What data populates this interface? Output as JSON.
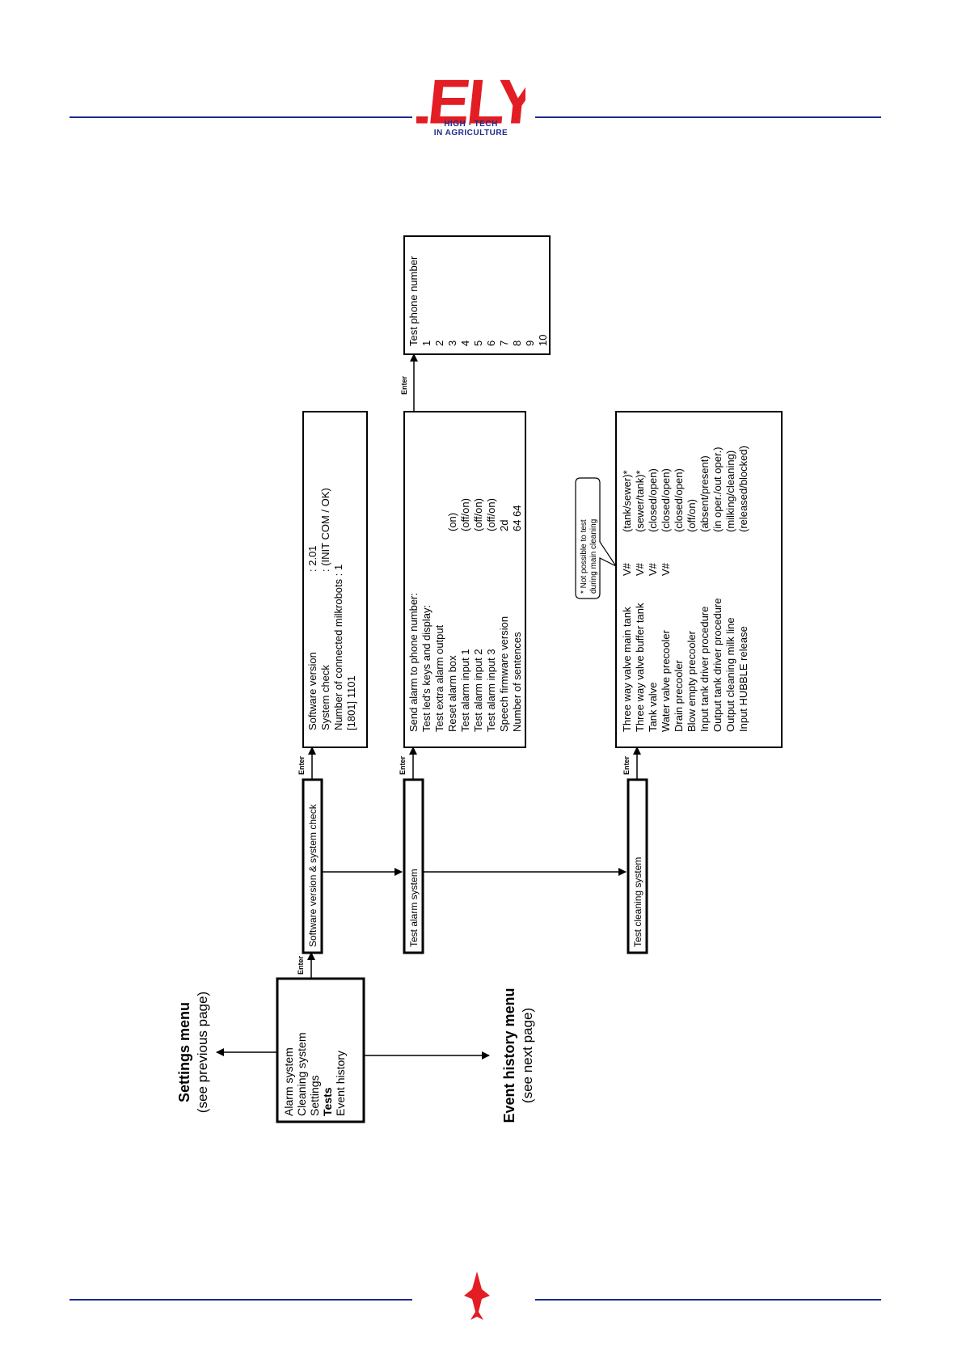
{
  "header": {
    "brand": "LELY",
    "tagline_line1": "HIGH - TECH",
    "tagline_line2": "IN AGRICULTURE"
  },
  "colors": {
    "rule": "#1c2a8c",
    "logo": "#e31d24",
    "footer_mark": "#e31d24"
  },
  "icons": {
    "logo": "lely-logo",
    "footer": "lely-fleur-icon"
  },
  "nav": {
    "settings_title": "Settings menu",
    "settings_sub": "(see previous page)",
    "event_title": "Event history menu",
    "event_sub": "(see next page)"
  },
  "main_menu": [
    "Alarm system",
    "Cleaning system",
    "Settings",
    "Tests",
    "Event history"
  ],
  "enter_label": "Enter",
  "sub_menus": {
    "software": "Software version & system check",
    "alarm": "Test alarm system",
    "cleaning": "Test cleaning system"
  },
  "software_box": {
    "labels": [
      "Software version",
      "System check",
      "Number of connected milkrobots : 1",
      "[1801]  1101"
    ],
    "values": [
      ": 2.01",
      ": (INIT COM / OK)",
      "",
      ""
    ]
  },
  "alarm_box": {
    "labels": [
      "Send alarm to phone number:",
      "Test led's keys and display:",
      "Test extra alarm output",
      "Reset alarm box",
      "Test alarm input 1",
      "Test alarm input 2",
      "Test alarm input 3",
      "Speech firmware version",
      "Number of sentences"
    ],
    "values": [
      "",
      "",
      "",
      "(on)",
      "(off/on)",
      "(off/on)",
      "(off/on)",
      "2d",
      "64 64"
    ]
  },
  "phone_box": {
    "title": "Test phone number",
    "items": [
      "1",
      "2",
      "3",
      "4",
      "5",
      "6",
      "7",
      "8",
      "9",
      "10"
    ]
  },
  "cleaning_box": {
    "labels": [
      "Three way valve main tank",
      "Three way valve buffer tank",
      "Tank valve",
      "Water valve precooler",
      "Drain precooler",
      "Blow empty precooler",
      "Input tank driver procedure",
      "Output tank driver procedure",
      "Output cleaning milk line",
      "Input HUBBLE release"
    ],
    "codes": [
      "V#",
      "V#",
      "V#",
      "V#",
      "",
      "",
      "",
      "",
      "",
      ""
    ],
    "states": [
      "(tank/sewer)*",
      "(sewer/tank)*",
      "(closed/open)",
      "(closed/open)",
      "(closed/open)",
      "(off/on)",
      "(absent/present)",
      "(in oper./out oper.)",
      "(milking/cleaning)",
      "(released/blocked)"
    ]
  },
  "note": {
    "line1": "* Not possible to test",
    "line2": "during main cleaning"
  }
}
